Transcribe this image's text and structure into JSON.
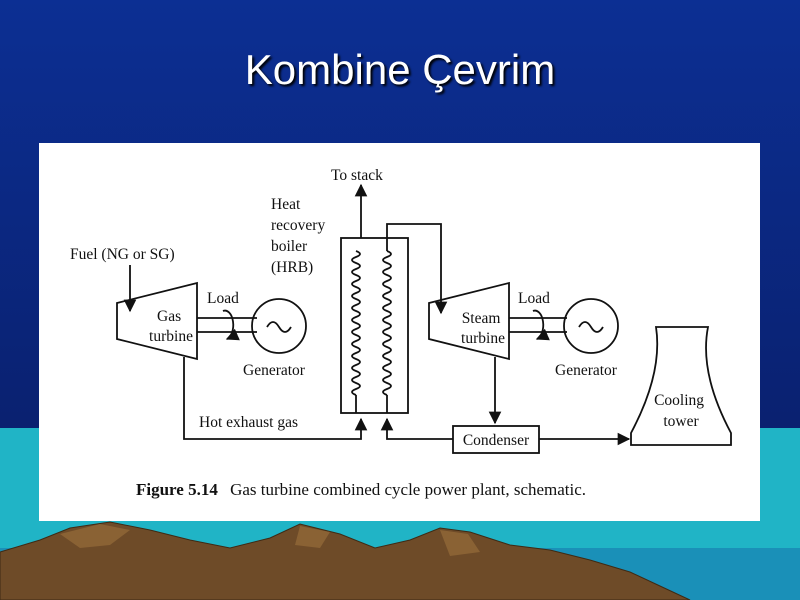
{
  "slide": {
    "title": "Kombine Çevrim",
    "colors": {
      "background_top": "#0b2a8a",
      "background_bottom": "#0a1e6b",
      "band_cyan": "#1fb6c8",
      "mountain_brown": "#6b4a2a"
    }
  },
  "figure": {
    "labels": {
      "to_stack": "To stack",
      "heat_recovery": [
        "Heat",
        "recovery",
        "boiler",
        "(HRB)"
      ],
      "fuel": "Fuel (NG or SG)",
      "gas_turbine": [
        "Gas",
        "turbine"
      ],
      "load_left": "Load",
      "generator_left": "Generator",
      "steam_turbine": [
        "Steam",
        "turbine"
      ],
      "load_right": "Load",
      "generator_right": "Generator",
      "cooling_tower": [
        "Cooling",
        "tower"
      ],
      "hot_exhaust": "Hot exhaust gas",
      "condenser": "Condenser"
    },
    "caption": {
      "number": "Figure 5.14",
      "text": "Gas turbine combined cycle power plant, schematic."
    }
  }
}
